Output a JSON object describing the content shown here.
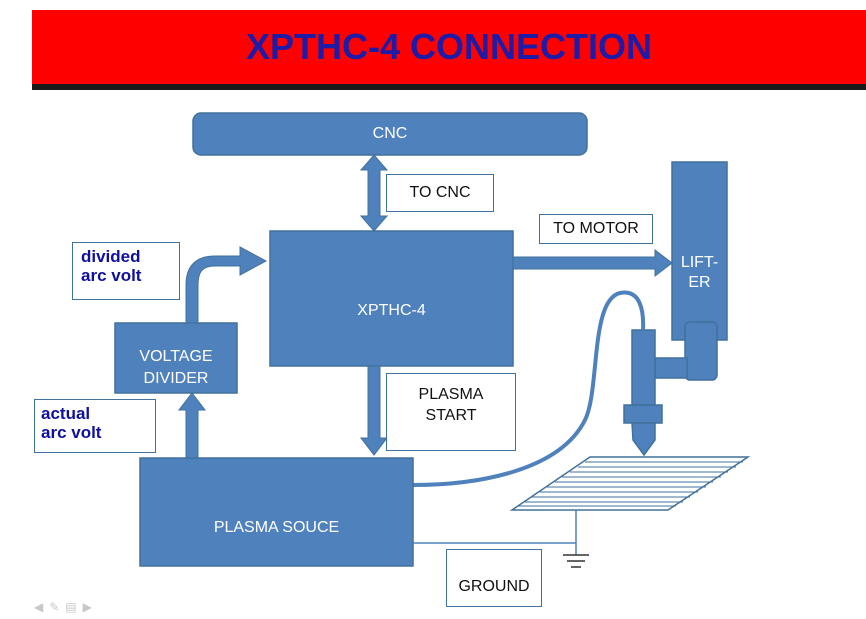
{
  "title": "XPTHC-4 CONNECTION",
  "blocks": {
    "cnc": "CNC",
    "xpthc": "XPTHC-4",
    "voltage_divider_line1": "VOLTAGE",
    "voltage_divider_line2": "DIVIDER",
    "plasma_source": "PLASMA SOUCE",
    "lifter_line1": "LIFT-",
    "lifter_line2": "ER"
  },
  "notes": {
    "to_cnc": "TO CNC",
    "to_motor": "TO MOTOR",
    "plasma_start_line1": "PLASMA",
    "plasma_start_line2": "START",
    "ground": "GROUND",
    "divided_line1": "divided",
    "divided_line2": "arc volt",
    "actual_line1": "actual",
    "actual_line2": "arc volt"
  },
  "colors": {
    "block_fill": "#4f81bd",
    "block_stroke": "#41719c",
    "banner": "#ff0000",
    "title": "#1c1ca8"
  }
}
